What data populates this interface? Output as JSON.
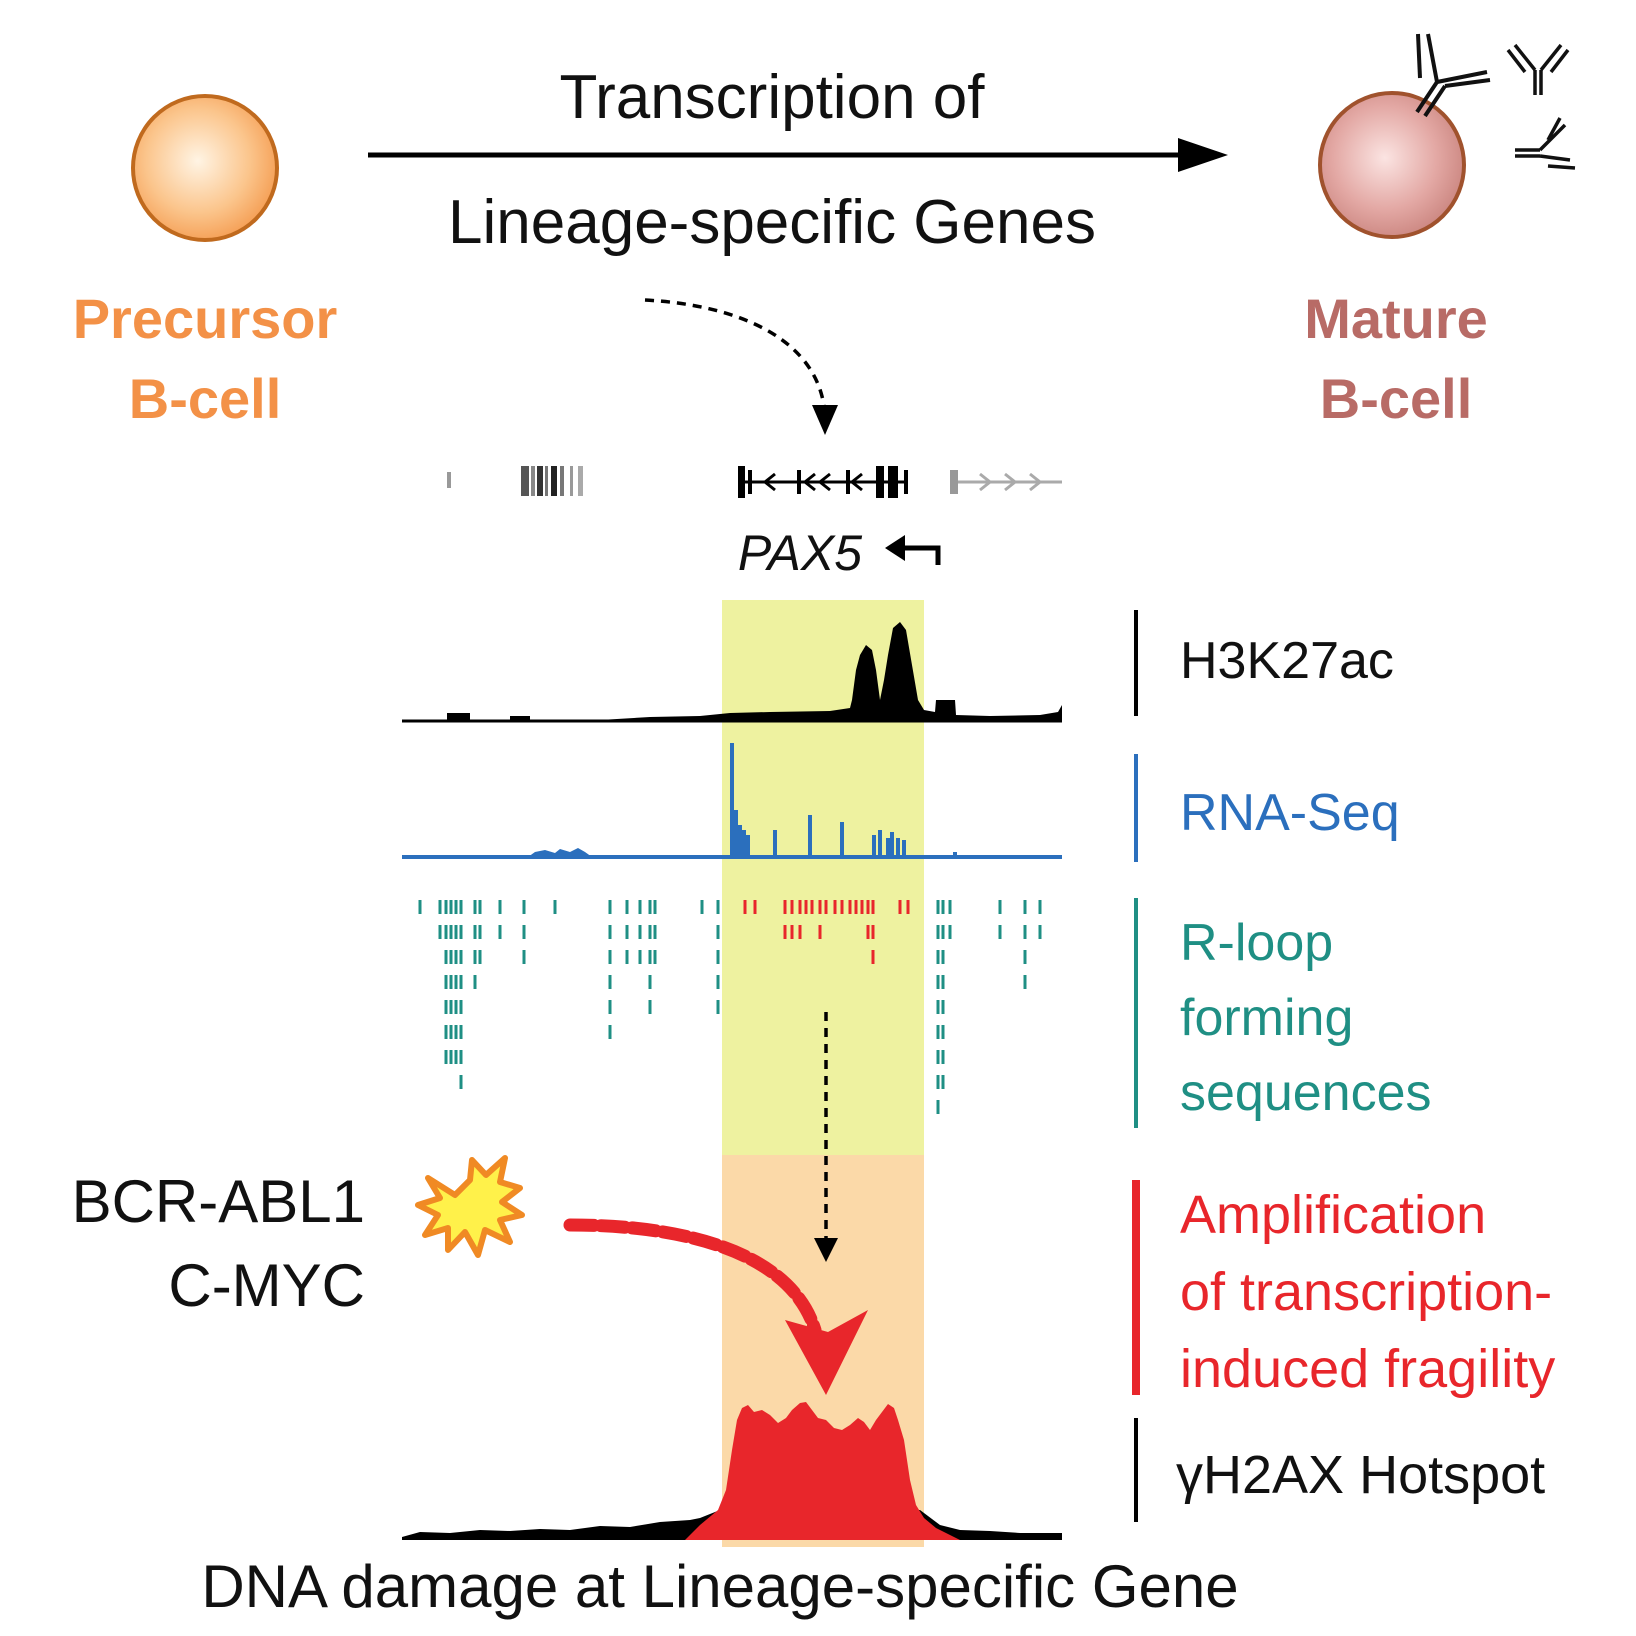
{
  "header": {
    "arrow_label_line1": "Transcription of",
    "arrow_label_line2": "Lineage-specific Genes",
    "left_cell_line1": "Precursor",
    "left_cell_line2": "B-cell",
    "right_cell_line1": "Mature",
    "right_cell_line2": "B-cell"
  },
  "gene": {
    "name": "PAX5"
  },
  "tracks": {
    "h3k27ac": "H3K27ac",
    "rnaseq": "RNA-Seq",
    "rloop_line1": "R-loop",
    "rloop_line2": "forming",
    "rloop_line3": "sequences",
    "amp_line1": "Amplification",
    "amp_line2": "of transcription-",
    "amp_line3": "induced fragility",
    "gh2ax": "γH2AX Hotspot"
  },
  "oncogenes": {
    "line1": "BCR-ABL1",
    "line2": "C-MYC"
  },
  "footer": {
    "caption": "DNA damage at Lineage-specific Gene"
  },
  "colors": {
    "precursor": "#f39147",
    "mature": "#b86b66",
    "rnaseq": "#2b6fbd",
    "rloop": "#1f8f84",
    "amplification": "#e8262b",
    "highlight_green": "#eef2a0",
    "highlight_orange": "#fbd9a8"
  }
}
